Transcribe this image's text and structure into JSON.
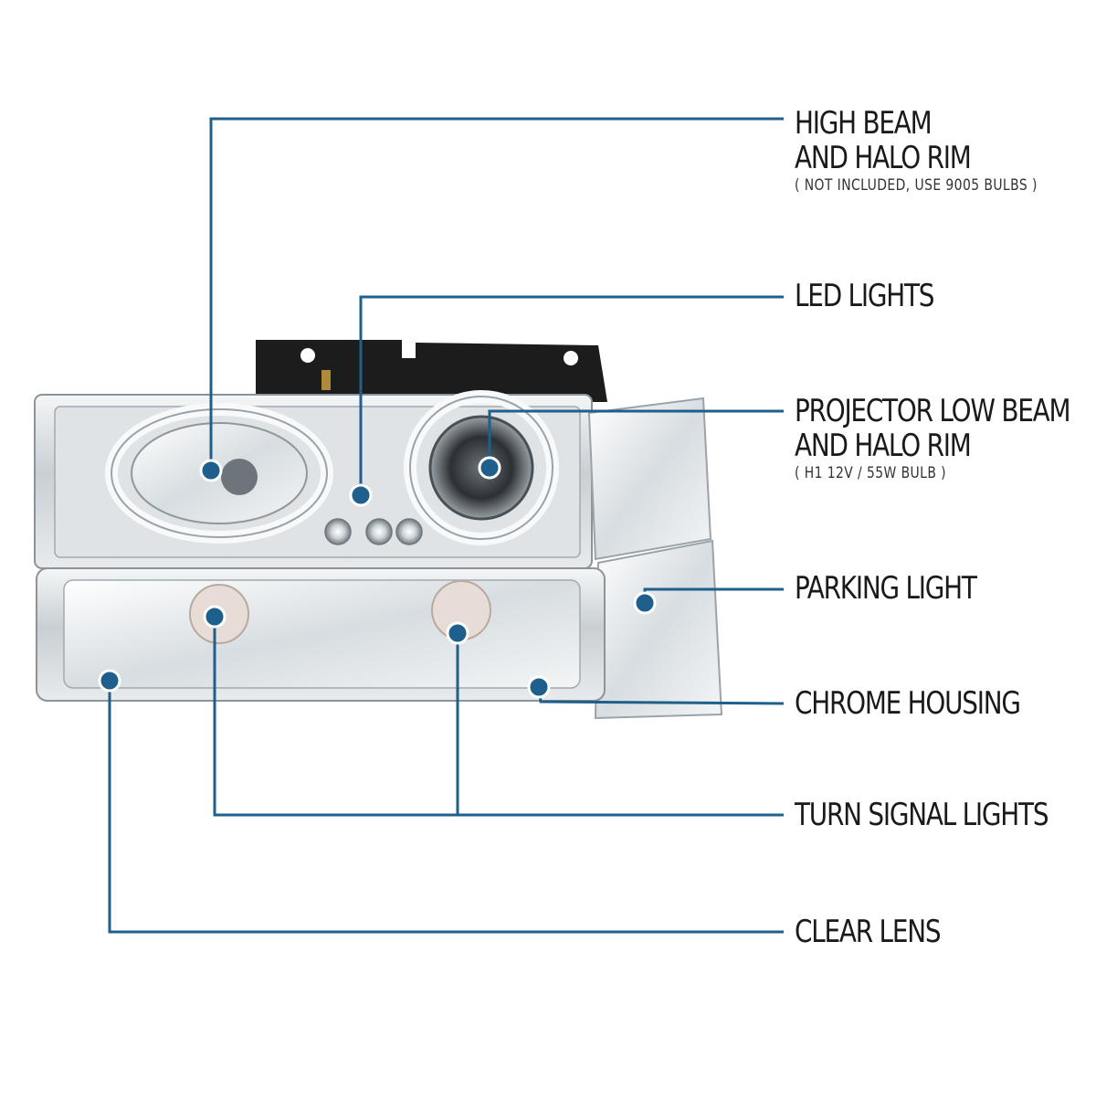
{
  "callouts": [
    {
      "id": "high-beam",
      "lines": [
        "HIGH BEAM",
        "AND HALO RIM"
      ],
      "note": "( NOT INCLUDED, USE 9005 BULBS )"
    },
    {
      "id": "led-lights",
      "lines": [
        "LED LIGHTS"
      ],
      "note": ""
    },
    {
      "id": "projector",
      "lines": [
        "PROJECTOR LOW BEAM",
        "AND HALO RIM"
      ],
      "note": "( H1  12V / 55W  BULB )"
    },
    {
      "id": "parking",
      "lines": [
        "PARKING LIGHT"
      ],
      "note": ""
    },
    {
      "id": "chrome",
      "lines": [
        "CHROME HOUSING"
      ],
      "note": ""
    },
    {
      "id": "turn-signal",
      "lines": [
        "TURN SIGNAL LIGHTS"
      ],
      "note": ""
    },
    {
      "id": "clear-lens",
      "lines": [
        "CLEAR LENS"
      ],
      "note": ""
    }
  ],
  "colors": {
    "leader_line": "#1f5f8b",
    "dot_fill": "#1f5f8b",
    "dot_ring": "#ffffff",
    "chrome_light": "#e9ecee",
    "chrome_mid": "#bcc3c8",
    "chrome_dark": "#7d868c",
    "bracket": "#1c1c1c",
    "text": "#1a1a1a"
  }
}
